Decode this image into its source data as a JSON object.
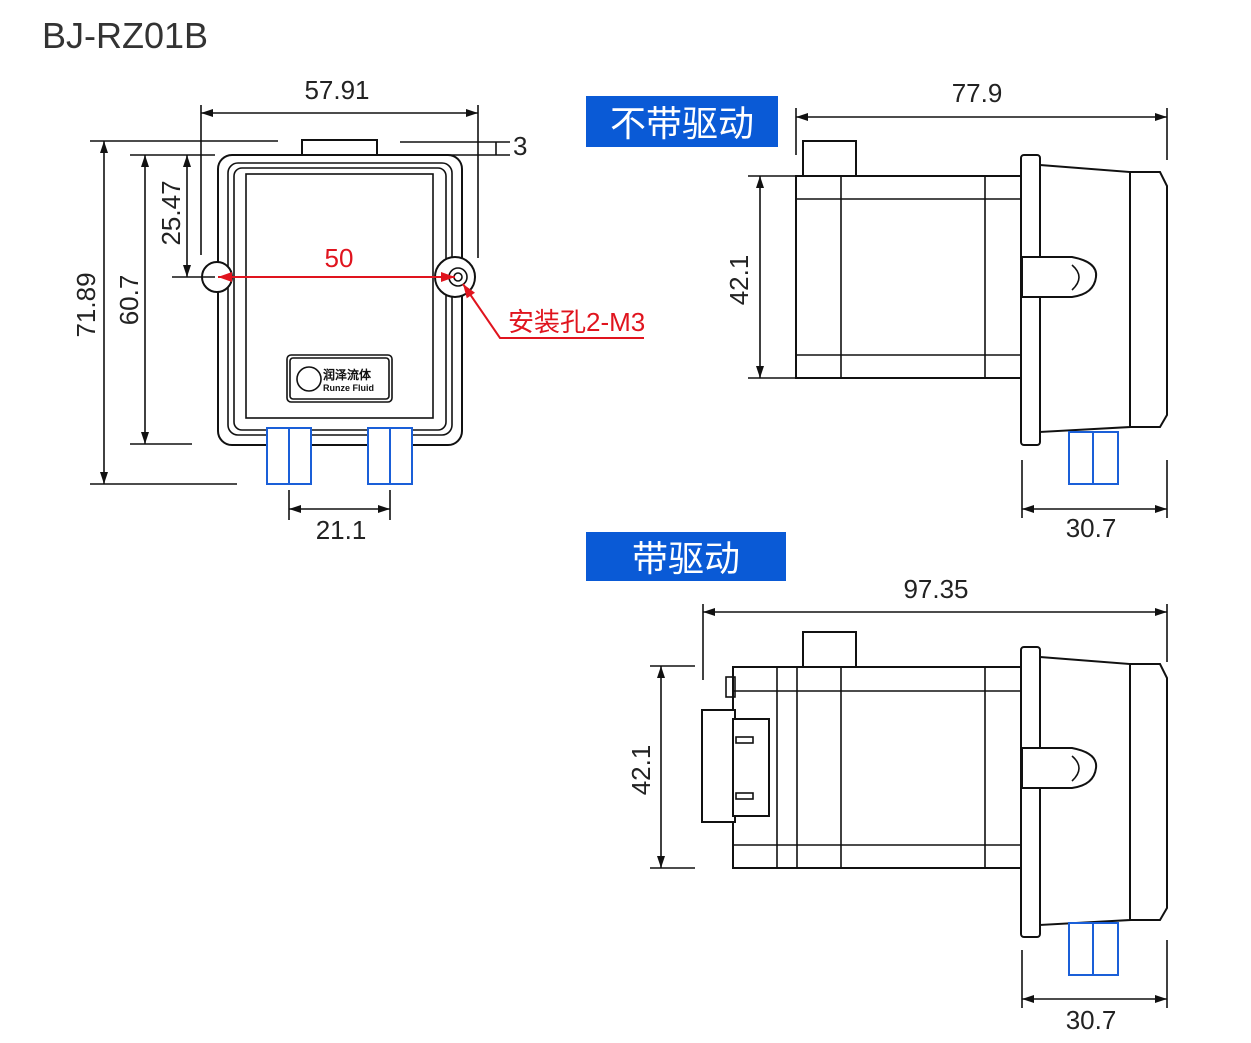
{
  "title": "BJ-RZ01B",
  "front_view": {
    "dim_width": "57.91",
    "dim_tab": "3",
    "dim_total_height": "71.89",
    "dim_body_height": "60.7",
    "dim_hole_height": "25.47",
    "dim_hole_spacing": "50",
    "mount_hole_label": "安装孔2-M3",
    "dim_tube_spacing": "21.1",
    "logo_cn": "润泽流体",
    "logo_en": "Runze Fluid"
  },
  "side_view_no_drive": {
    "label": "不带驱动",
    "dim_length": "77.9",
    "dim_height": "42.1",
    "dim_head": "30.7"
  },
  "side_view_drive": {
    "label": "带驱动",
    "dim_length": "97.35",
    "dim_height": "42.1",
    "dim_head": "30.7"
  },
  "colors": {
    "accent_blue": "#0a5ad6",
    "red": "#e0141e",
    "tube_blue": "#1a5fd8"
  }
}
